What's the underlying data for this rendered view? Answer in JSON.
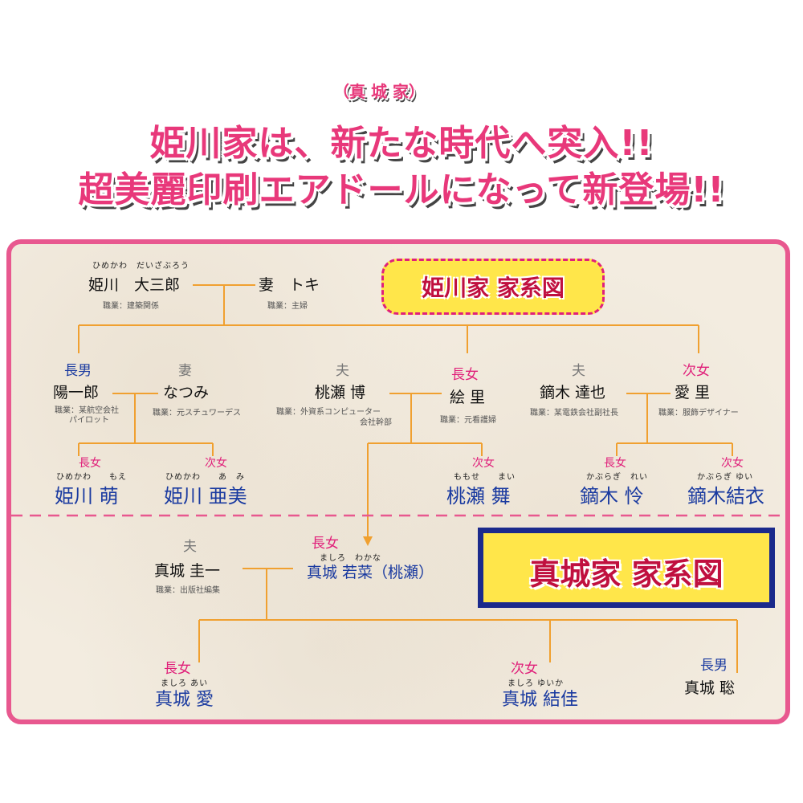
{
  "header": {
    "ruby": "（真 城 家）",
    "line1": "姫川家は、新たな時代へ突入!!",
    "line2": "超美麗印刷エアドールになって新登場!!"
  },
  "himekawa_title": "姫川家 家系図",
  "mashiro_title": "真城家 家系図",
  "gen1": {
    "daizaburo": {
      "ruby": "ひめかわ　だいざぶろう",
      "name": "姫川　大三郎",
      "job": "職業：建築関係"
    },
    "toki": {
      "name": "妻　トキ",
      "job": "職業：主婦"
    }
  },
  "gen2": {
    "yoichiro": {
      "role": "長男",
      "name": "陽一郎",
      "job1": "職業：某航空会社",
      "job2": "パイロット"
    },
    "natsumi": {
      "role": "妻",
      "name": "なつみ",
      "job": "職業：元スチュワーデス"
    },
    "hiroshi": {
      "role": "夫",
      "name": "桃瀬 博",
      "job1": "職業：外資系コンピューター",
      "job2": "会社幹部"
    },
    "eri": {
      "role": "長女",
      "name": "絵 里",
      "job": "職業：元看護婦"
    },
    "tatsuya": {
      "role": "夫",
      "name": "鏑木 達也",
      "job": "職業：某電鉄会社副社長"
    },
    "airi": {
      "role": "次女",
      "name": "愛 里",
      "job": "職業：服飾デザイナー"
    }
  },
  "gen3": {
    "moe": {
      "role": "長女",
      "ruby": "ひめかわ　　もえ",
      "name": "姫川 萌"
    },
    "ami": {
      "role": "次女",
      "ruby": "ひめかわ　　あ　み",
      "name": "姫川 亜美"
    },
    "mai": {
      "role": "次女",
      "ruby": "ももせ　　まい",
      "name": "桃瀬 舞"
    },
    "rei": {
      "role": "長女",
      "ruby": "かぶらぎ　れい",
      "name": "鏑木 怜"
    },
    "yui": {
      "role": "次女",
      "ruby": "かぶらぎ ゆい",
      "name": "鏑木結衣"
    }
  },
  "mashiro": {
    "keiichi": {
      "role": "夫",
      "name": "真城 圭一",
      "job": "職業：出版社編集"
    },
    "wakana": {
      "role": "長女",
      "ruby": "ましろ　わかな",
      "name": "真城 若菜（桃瀬）"
    },
    "ai": {
      "role": "長女",
      "ruby": "ましろ あい",
      "name": "真城 愛"
    },
    "yuika": {
      "role": "次女",
      "ruby": "ましろ ゆいか",
      "name": "真城 結佳"
    },
    "satoshi": {
      "role": "長男",
      "name": "真城 聡"
    }
  },
  "colors": {
    "line": "#f0a030",
    "frame": "#e8588f",
    "divider": "#e8588f",
    "navy": "#1b2a8c",
    "pink": "#e0207a"
  }
}
